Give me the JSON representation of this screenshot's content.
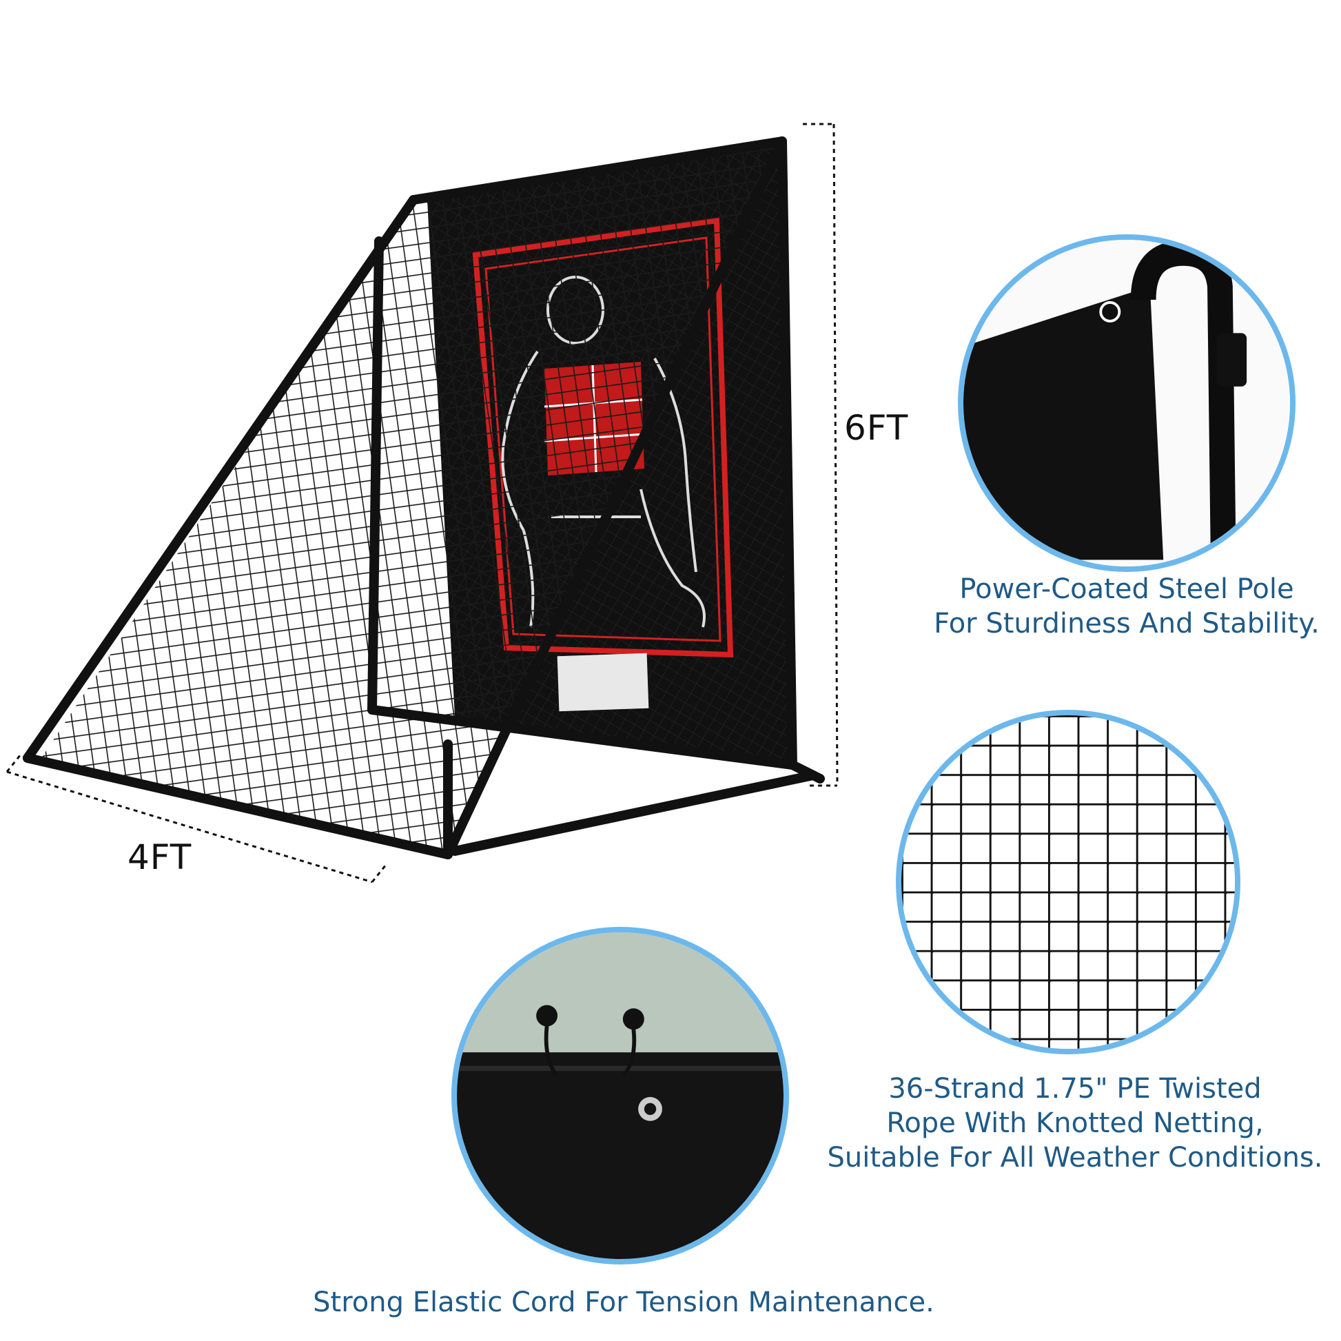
{
  "dimensions": {
    "height_label": "6FT",
    "width_label": "4FT"
  },
  "features": [
    {
      "caption_lines": [
        "Power-Coated Steel Pole",
        "For Sturdiness And Stability."
      ]
    },
    {
      "caption_lines": [
        "36-Strand 1.75\" PE Twisted",
        "Rope With Knotted Netting,",
        "Suitable For All Weather Conditions."
      ]
    },
    {
      "caption_lines": [
        "Strong Elastic Cord For Tension Maintenance."
      ]
    }
  ],
  "colors": {
    "accent_ring": "#6cb8ec",
    "caption_text": "#1f5a86",
    "target_red": "#d42020",
    "frame_black": "#111111"
  }
}
